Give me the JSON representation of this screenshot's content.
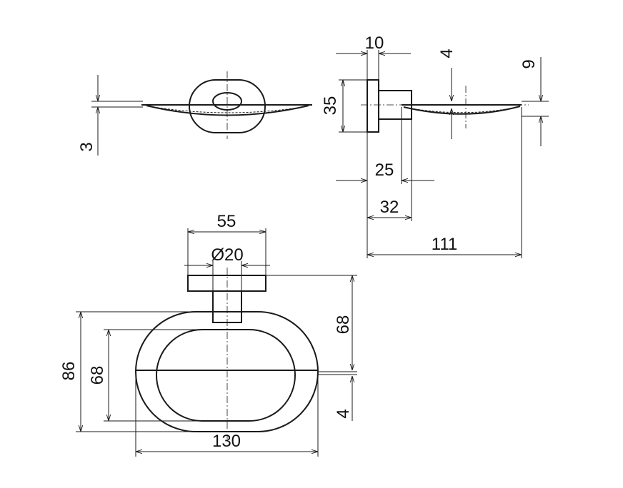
{
  "title": "Soap dish technical drawing",
  "dimensions": {
    "front_thickness": "3",
    "side_plate_thickness": "10",
    "side_dish_thickness": "4",
    "side_dish_height": "9",
    "side_plate_height": "35",
    "side_post_to_dish": "25",
    "side_post_length": "32",
    "side_total_depth": "111",
    "top_plate_width": "55",
    "top_post_diameter": "Ø20",
    "top_plate_to_dish": "68",
    "top_dish_thickness": "4",
    "top_outer_height": "86",
    "top_inner_height": "68",
    "top_outer_width": "130"
  },
  "colors": {
    "line": "#1a1a1a",
    "background": "#ffffff"
  }
}
